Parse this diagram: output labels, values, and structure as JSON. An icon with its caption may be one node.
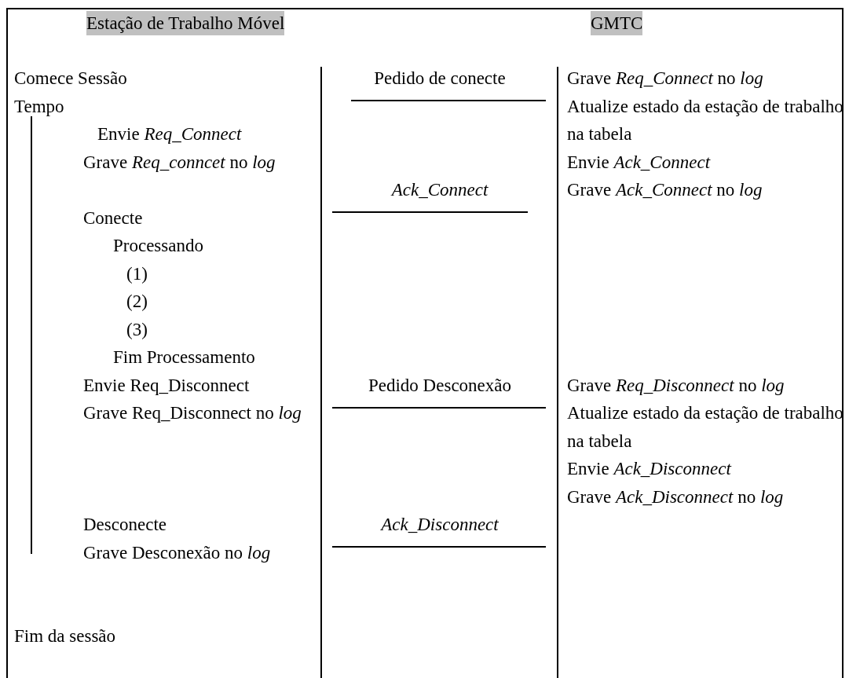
{
  "diagram": {
    "labels": [
      "Estação de Trabalho Móvel",
      "GMTC",
      "Comece Sessão",
      "Pedido de conecte",
      "Grave *Req_Connect* no *log*",
      "Tempo",
      "Atualize estado da estação de trabalho na tabela",
      "Envie *Req_Connect*",
      "Grave *Req_conncet* no *log*",
      "Envie *Ack_Connect*",
      "Ack_Connect",
      "Grave *Ack_Connect* no *log*",
      "Conecte",
      "Processando",
      "(1)",
      "(2)",
      "(3)",
      "Fim Processamento",
      "Envie Req_Disconnect",
      "Pedido Desconexão",
      "Grave *Req_Disconnect* no *log*",
      "Grave Req_Disconnect no *log*",
      "Atualize estado da estação de trabalho na tabela",
      "Envie *Ack_Disconnect*",
      "Grave *Ack_Disconnect* no *log*",
      "Desconecte",
      "Ack_Disconnect",
      "Grave Desconexão no *log*",
      "Fim da sessão"
    ]
  }
}
